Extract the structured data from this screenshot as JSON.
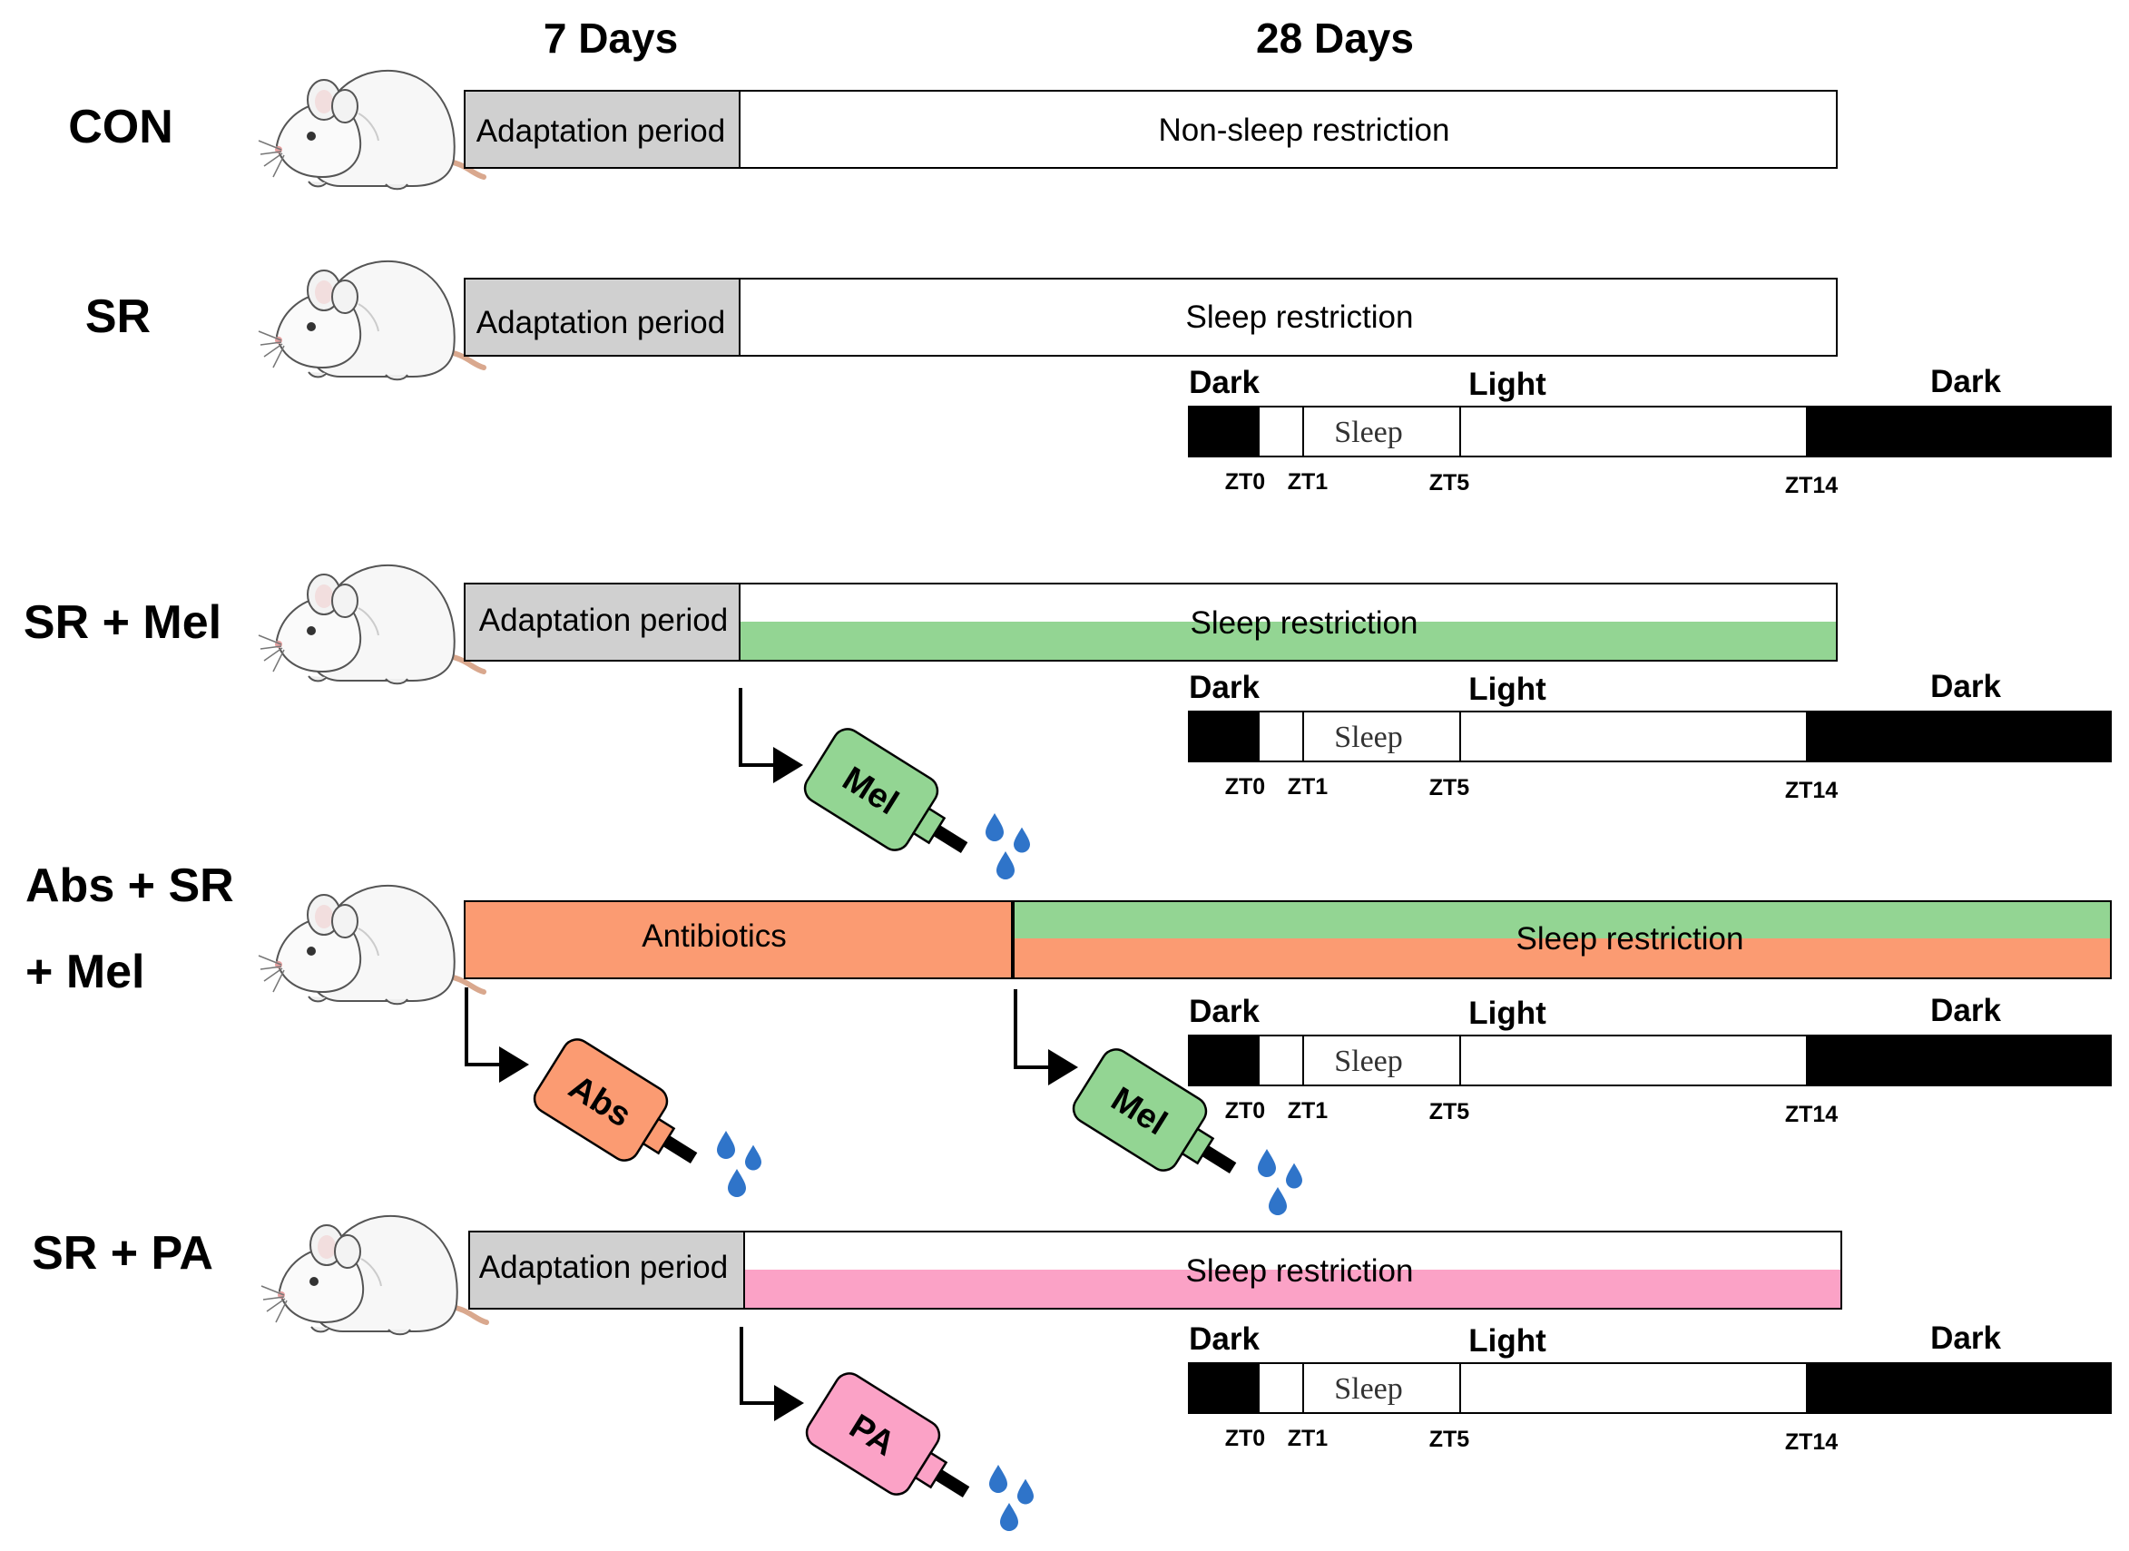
{
  "headers": {
    "adapt_days": "7 Days",
    "treat_days": "28 Days"
  },
  "groups": {
    "con": {
      "label": "CON",
      "adapt": "Adaptation period",
      "main": "Non-sleep restriction"
    },
    "sr": {
      "label": "SR",
      "adapt": "Adaptation period",
      "main": "Sleep restriction"
    },
    "srmel": {
      "label": "SR + Mel",
      "adapt": "Adaptation period",
      "main": "Sleep restriction",
      "drug": "Mel"
    },
    "abs": {
      "label_line1": "Abs + SR",
      "label_line2": "+ Mel",
      "adapt": "Antibiotics",
      "main": "Sleep restriction",
      "drug1": "Abs",
      "drug2": "Mel"
    },
    "srpa": {
      "label": "SR + PA",
      "adapt": "Adaptation period",
      "main": "Sleep restriction",
      "drug": "PA"
    }
  },
  "schedule": {
    "dark_left": "Dark",
    "light": "Light",
    "dark_right": "Dark",
    "sleep": "Sleep",
    "zt0": "ZT0",
    "zt1": "ZT1",
    "zt5": "ZT5",
    "zt14": "ZT14"
  },
  "colors": {
    "adaptation": "#d0d0d0",
    "melatonin": "#93d593",
    "antibiotics": "#fb9b72",
    "propionate": "#fba2c6",
    "dark": "#000000",
    "water_drop": "#2f74c9"
  }
}
